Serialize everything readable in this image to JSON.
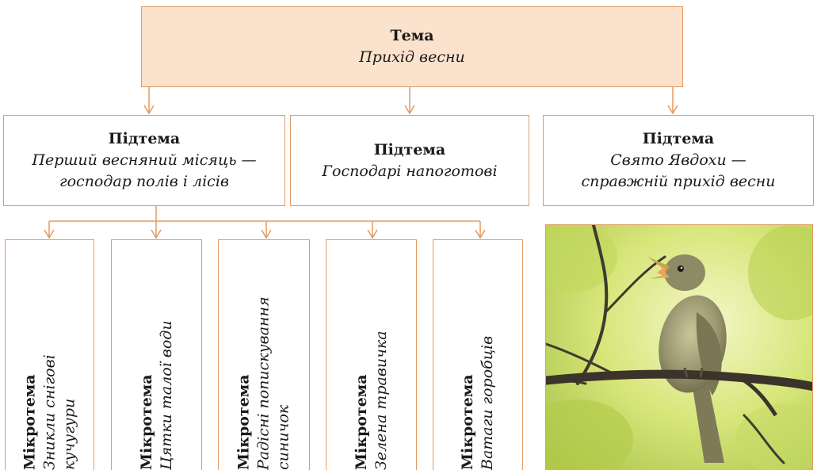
{
  "theme": {
    "label": "Тема",
    "text": "Прихід весни"
  },
  "subtopics": [
    {
      "label": "Підтема",
      "line1": "Перший весняний місяць —",
      "line2": "господар полів і лісів"
    },
    {
      "label": "Підтема",
      "line1": "Господарі напоготові",
      "line2": ""
    },
    {
      "label": "Підтема",
      "line1": "Свято Явдохи —",
      "line2": "справжній прихід весни"
    }
  ],
  "microtopics": [
    {
      "label": "Мікротема",
      "line1": "Зникли снігові",
      "line2": "кучугури"
    },
    {
      "label": "Мікротема",
      "line1": "Цятки талої води",
      "line2": ""
    },
    {
      "label": "Мікротема",
      "line1": "Радісні попискування",
      "line2": "синичок"
    },
    {
      "label": "Мікротема",
      "line1": "Зелена травичка",
      "line2": ""
    },
    {
      "label": "Мікротема",
      "line1": "Ватаги горобців",
      "line2": ""
    }
  ],
  "colors": {
    "border": "#e39a63",
    "theme_fill": "#fbe2cc"
  }
}
